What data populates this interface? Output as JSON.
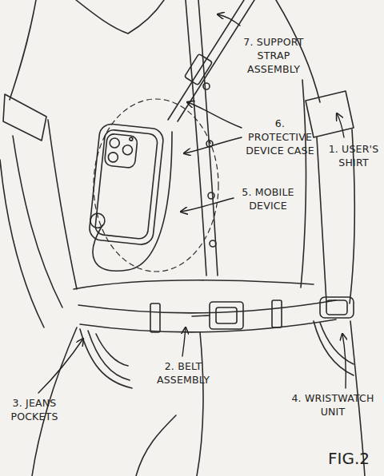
{
  "diagram": {
    "caption": "FIG.2",
    "labels": [
      "7. SUPPORT STRAP ASSEMBLY",
      "6. PROTECTIVE DEVICE CASE",
      "5. MOBILE DEVICE",
      "1. USER'S SHIRT",
      "3. JEANS POCKETS",
      "2. BELT ASSEMBLY",
      "4. WRISTWATCH UNIT"
    ]
  }
}
